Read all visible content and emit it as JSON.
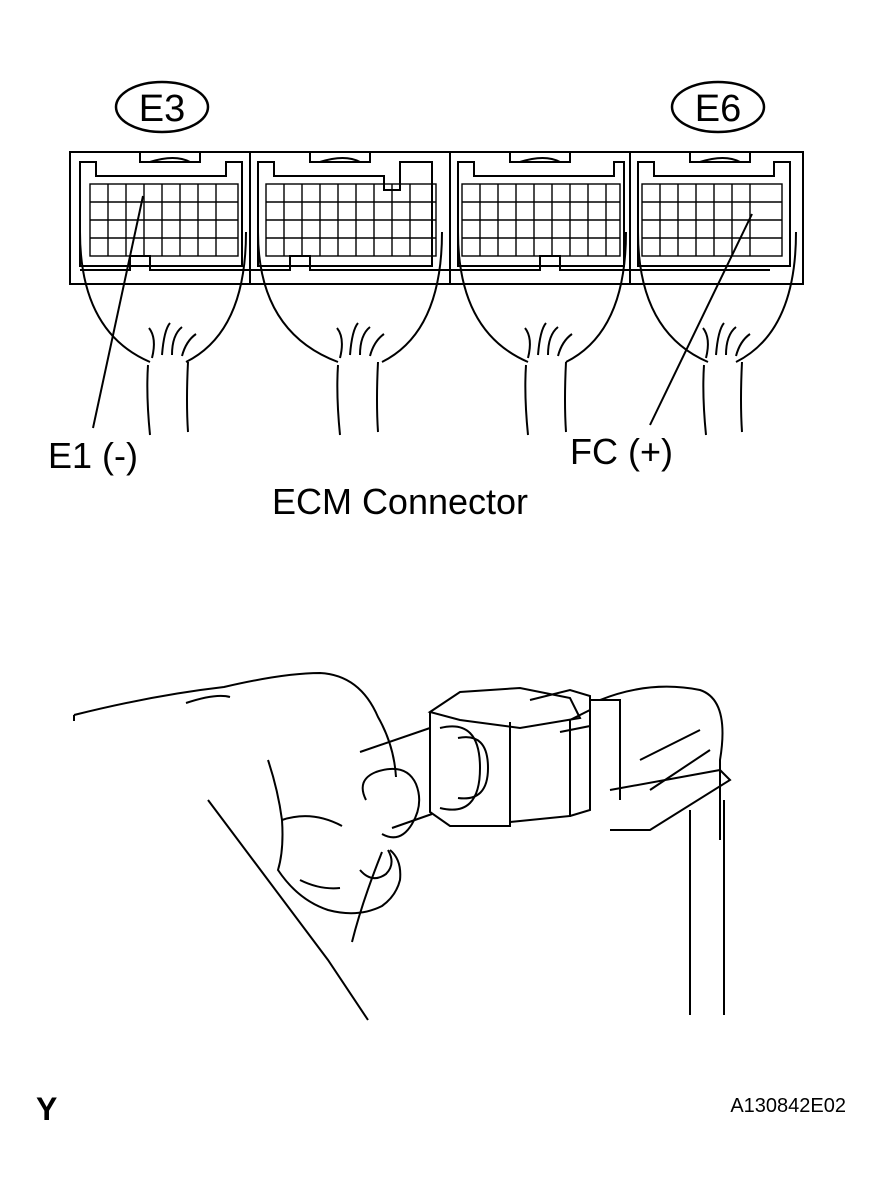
{
  "labels": {
    "connector_left_id": "E3",
    "connector_right_id": "E6",
    "terminal_left": "E1 (-)",
    "terminal_right": "FC (+)",
    "caption": "ECM Connector",
    "corner_letter": "Y",
    "figure_code": "A130842E02"
  },
  "colors": {
    "ink": "#000000",
    "paper": "#ffffff"
  },
  "icons": {
    "connector": "ecm-connector-icon",
    "hand": "hand-holding-connector-icon"
  }
}
